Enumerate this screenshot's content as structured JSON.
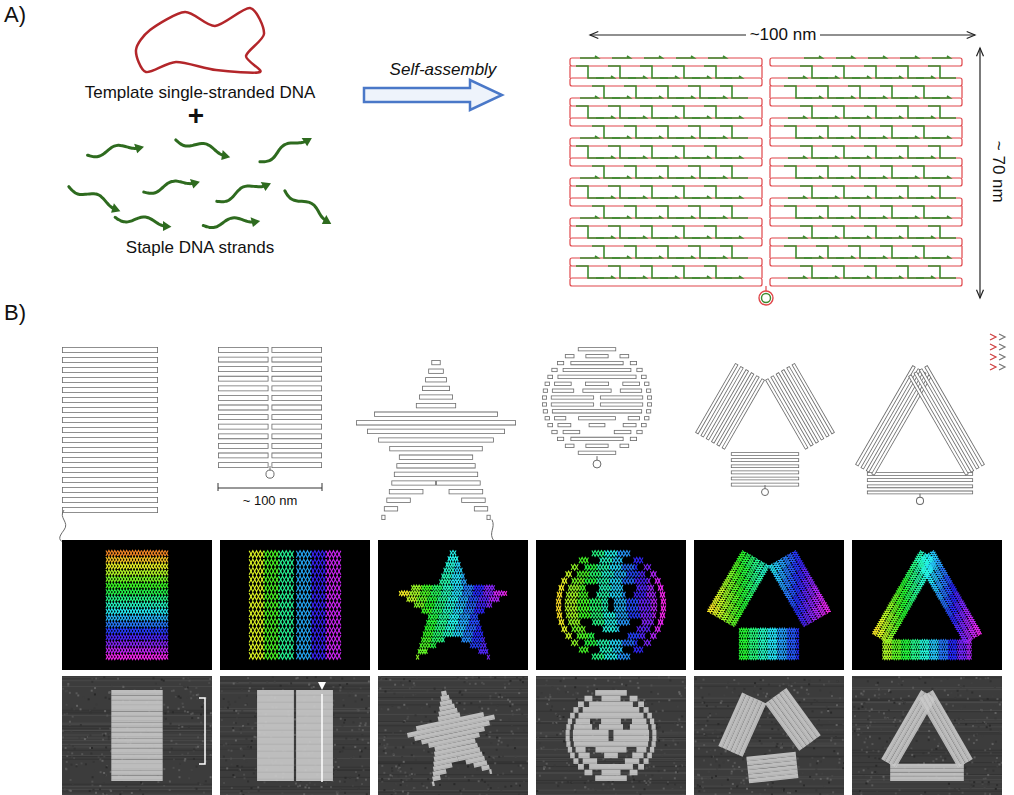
{
  "diagram": {
    "labels": [
      "A)",
      "Template single-stranded DNA",
      "+",
      "Staple DNA strands",
      "Self-assembly",
      "~100 nm",
      "~ 70 nm",
      "B)",
      "~ 100 nm"
    ]
  }
}
